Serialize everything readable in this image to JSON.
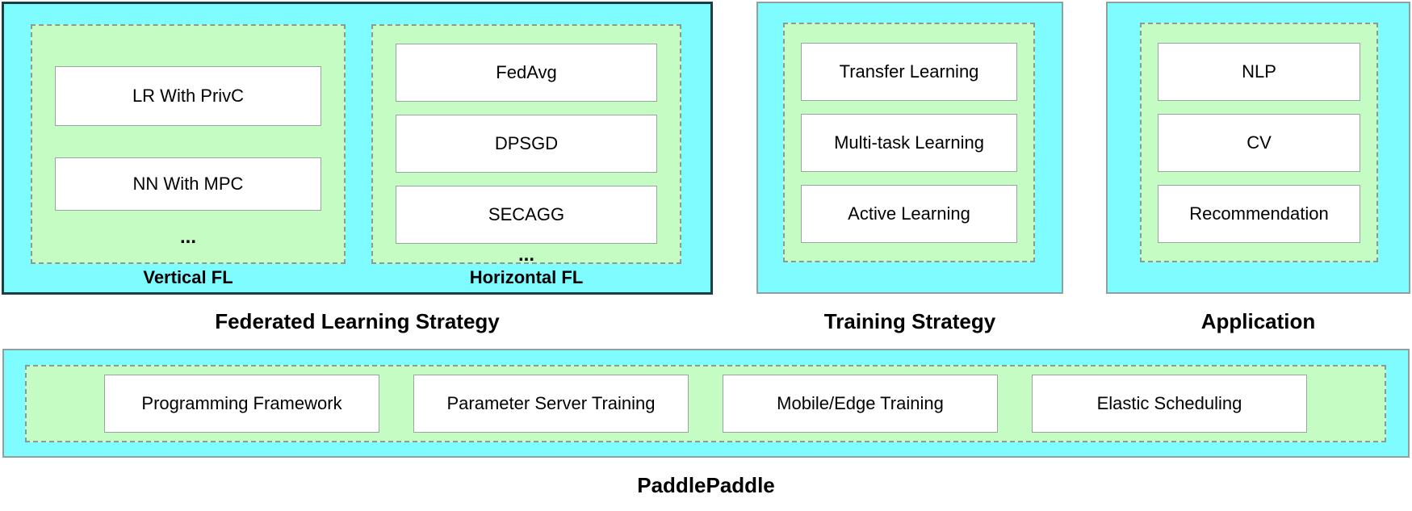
{
  "colors": {
    "cyan": "#7efcff",
    "green": "#c5fcc3",
    "border-dark": "#1d3e42",
    "border-gray": "#8fa19e",
    "dash": "#8a9a96",
    "item-border": "#9aa5a1",
    "text": "#000000"
  },
  "sections": [
    {
      "caption": "Federated Learning Strategy",
      "groups": [
        {
          "label": "Vertical FL",
          "items": [
            "LR With PrivC",
            "NN With MPC"
          ],
          "more": "..."
        },
        {
          "label": "Horizontal FL",
          "items": [
            "FedAvg",
            "DPSGD",
            "SECAGG"
          ],
          "more": "..."
        }
      ]
    },
    {
      "caption": "Training Strategy",
      "items": [
        "Transfer Learning",
        "Multi-task Learning",
        "Active Learning"
      ]
    },
    {
      "caption": "Application",
      "items": [
        "NLP",
        "CV",
        "Recommendation"
      ]
    }
  ],
  "platform": {
    "caption": "PaddlePaddle",
    "items": [
      "Programming Framework",
      "Parameter Server Training",
      "Mobile/Edge Training",
      "Elastic Scheduling"
    ]
  }
}
